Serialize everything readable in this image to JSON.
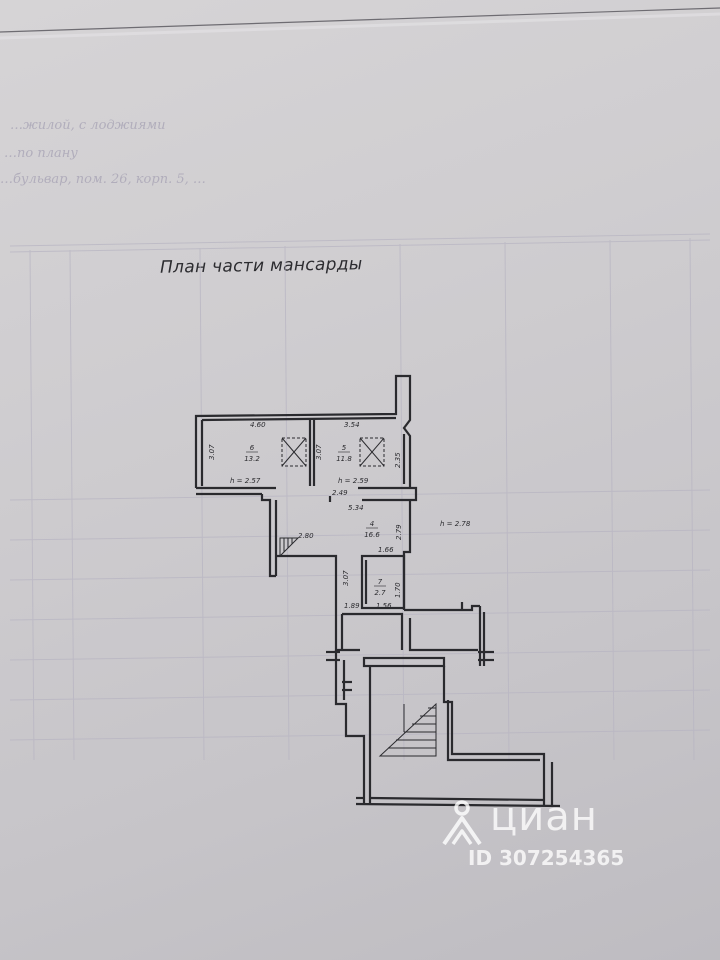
{
  "document": {
    "title": "План части мансарды",
    "rooms": [
      {
        "number": "6",
        "area": "13.2"
      },
      {
        "number": "5",
        "area": "11.8"
      },
      {
        "number": "4",
        "area": "16.6"
      },
      {
        "number": "7",
        "area": "2.7"
      }
    ],
    "heights": [
      "h = 2.57",
      "h = 2.59",
      "h = 2.78"
    ],
    "dimensions": [
      "4.60",
      "3.54",
      "3.07",
      "3.07",
      "2.35",
      "2.49",
      "5.34",
      "2.79",
      "2.80",
      "1.66",
      "3.07",
      "1.70",
      "1.89",
      "1.56"
    ]
  },
  "watermark": {
    "brand": "циан",
    "listing_id": "ID 307254365"
  },
  "colors": {
    "paper": "#cfcdd0",
    "ink": "#2a2a2e",
    "bleed_through": "#a6a2b4",
    "watermark": "#ffffff"
  }
}
